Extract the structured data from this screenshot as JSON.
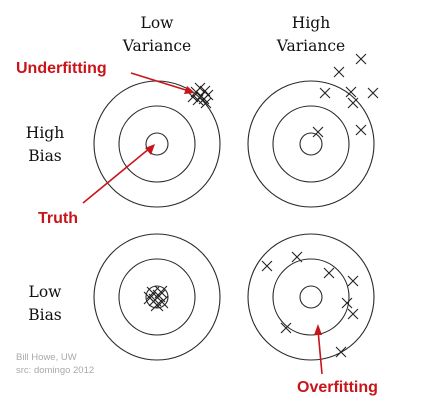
{
  "column_headers": {
    "low_variance": [
      "Low",
      "Variance"
    ],
    "high_variance": [
      "High",
      "Variance"
    ]
  },
  "row_headers": {
    "high_bias": [
      "High",
      "Bias"
    ],
    "low_bias": [
      "Low",
      "Bias"
    ]
  },
  "annotations": {
    "underfitting": "Underfitting",
    "truth": "Truth",
    "overfitting": "Overfitting"
  },
  "credit": {
    "line1": "Bill Howe, UW",
    "line2": "src: domingo 2012"
  },
  "colors": {
    "annotation": "#c8151b",
    "ink": "#2a2a2a",
    "credit": "#a9a9a9"
  },
  "icons": {
    "mark": "x-mark-icon",
    "target": "bullseye-target"
  }
}
